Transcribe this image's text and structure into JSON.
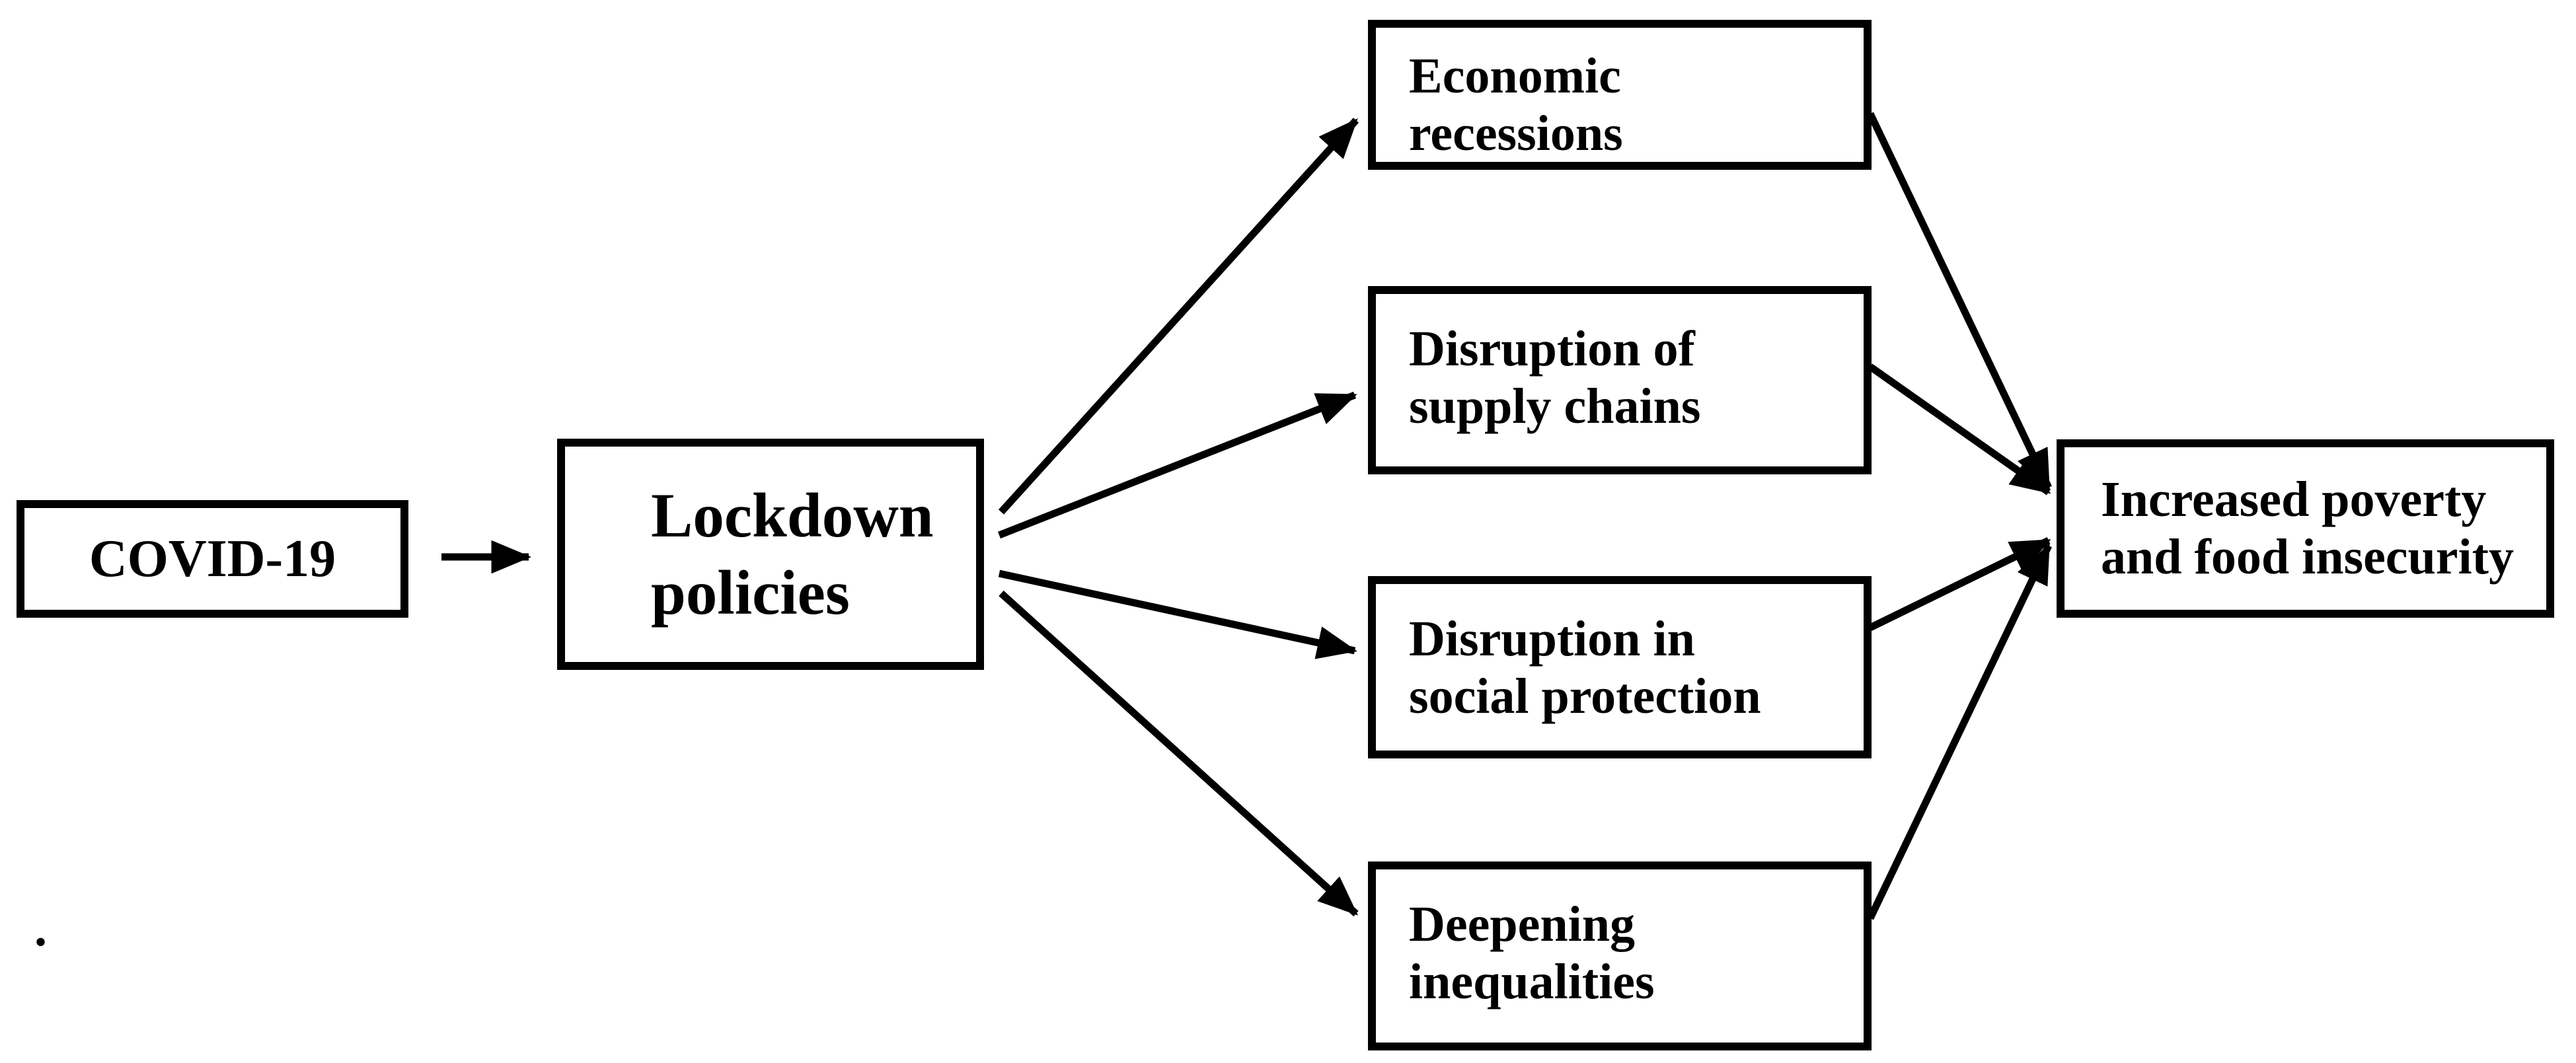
{
  "diagram": {
    "nodes": {
      "covid": {
        "lines": [
          "COVID-19"
        ]
      },
      "lockdown": {
        "lines": [
          "Lockdown",
          "policies"
        ]
      },
      "economic": {
        "lines": [
          "Economic",
          "recessions"
        ]
      },
      "supply": {
        "lines": [
          "Disruption of",
          "supply chains"
        ]
      },
      "social": {
        "lines": [
          "Disruption in",
          "social protection"
        ]
      },
      "deepening": {
        "lines": [
          "Deepening",
          "inequalities"
        ]
      },
      "outcome": {
        "lines": [
          "Increased poverty",
          "and food insecurity"
        ]
      }
    },
    "edges": [
      {
        "from": "COVID-19",
        "to": "Lockdown policies"
      },
      {
        "from": "Lockdown policies",
        "to": "Economic recessions"
      },
      {
        "from": "Lockdown policies",
        "to": "Disruption of supply chains"
      },
      {
        "from": "Lockdown policies",
        "to": "Disruption in social protection"
      },
      {
        "from": "Lockdown policies",
        "to": "Deepening inequalities"
      },
      {
        "from": "Economic recessions",
        "to": "Increased poverty and food insecurity"
      },
      {
        "from": "Disruption of supply chains",
        "to": "Increased poverty and food insecurity"
      },
      {
        "from": "Disruption in social protection",
        "to": "Increased poverty and food insecurity"
      },
      {
        "from": "Deepening inequalities",
        "to": "Increased poverty and food insecurity"
      }
    ],
    "stray_period": ".",
    "colors": {
      "background": "#ffffff",
      "box_fill": "#ffffff",
      "box_border": "#000000",
      "text": "#000000",
      "arrow": "#000000"
    }
  }
}
